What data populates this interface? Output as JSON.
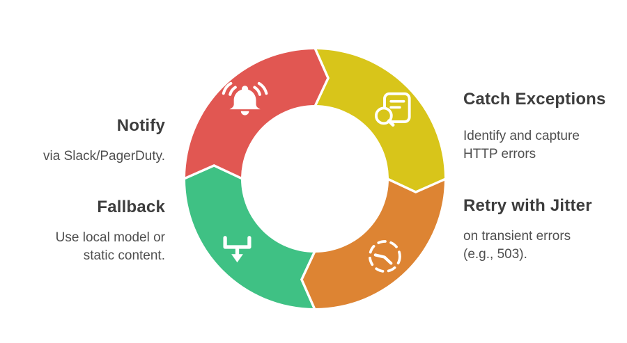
{
  "diagram": {
    "kind": "cycle-donut-infographic",
    "flow_direction": "clockwise",
    "style": {
      "background": "#ffffff",
      "heading_color": "#3d3d3d",
      "body_color": "#4f4f4f",
      "icon_color": "#ffffff",
      "segment_gap_color": "#ffffff"
    },
    "segments": [
      {
        "name": "catch-exceptions",
        "heading": "Catch Exceptions",
        "description_lines": [
          "Identify and capture",
          "HTTP errors"
        ],
        "color": "#d8c51a",
        "icon": "search-document-icon",
        "position": "top-right",
        "text_side": "right"
      },
      {
        "name": "retry-with-jitter",
        "heading": "Retry with Jitter",
        "description_lines": [
          "on transient errors",
          "(e.g., 503)."
        ],
        "color": "#dd8433",
        "icon": "retry-dashed-circle-icon",
        "position": "bottom-right",
        "text_side": "right"
      },
      {
        "name": "fallback",
        "heading": "Fallback",
        "description_lines": [
          "Use local model or",
          "static content."
        ],
        "color": "#3fc184",
        "icon": "merge-arrow-down-icon",
        "position": "bottom-left",
        "text_side": "left"
      },
      {
        "name": "notify",
        "heading": "Notify",
        "description_lines": [
          "via Slack/PagerDuty."
        ],
        "color": "#e15752",
        "icon": "bell-icon",
        "position": "top-left",
        "text_side": "left"
      }
    ]
  }
}
